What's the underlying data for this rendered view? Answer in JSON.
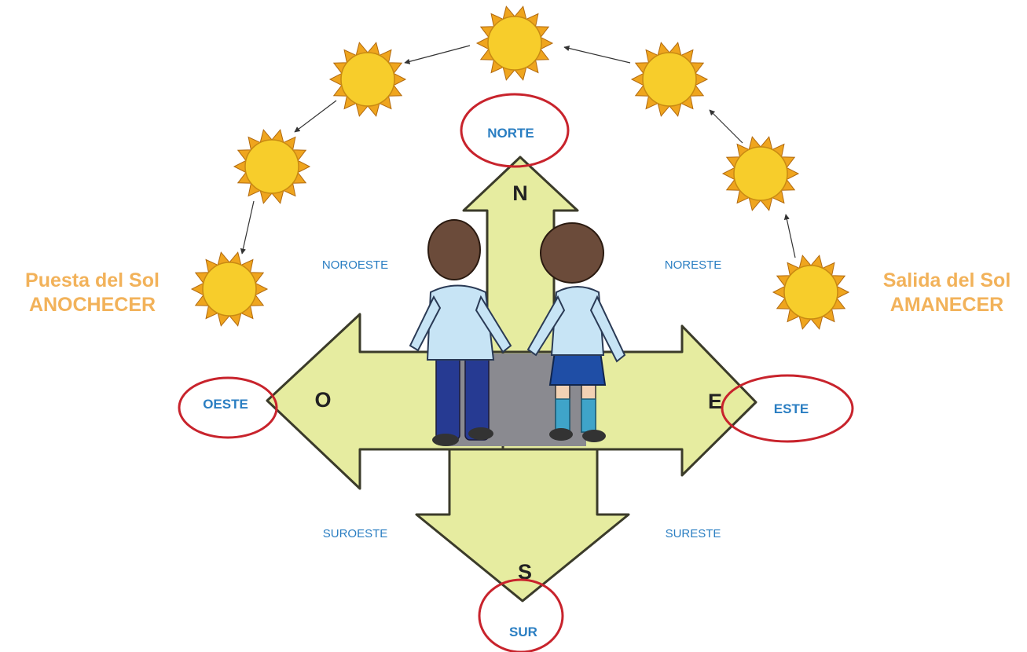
{
  "labels": {
    "norte": "NORTE",
    "sur": "SUR",
    "este": "ESTE",
    "oeste": "OESTE",
    "noroeste": "NOROESTE",
    "noreste": "NORESTE",
    "suroeste": "SUROESTE",
    "sureste": "SURESTE",
    "n": "N",
    "s": "S",
    "e": "E",
    "o": "O"
  },
  "sunset": {
    "line1": "Puesta del Sol",
    "line2": "ANOCHECER"
  },
  "sunrise": {
    "line1": "Salida del Sol",
    "line2": "AMANECER"
  },
  "colors": {
    "arrow_fill": "#e6eca0",
    "arrow_stroke": "#3b3b2a",
    "ground": "#8a8a90",
    "sun_fill": "#f7cd2b",
    "sun_rays": "#efa51e",
    "direction_text": "#2a7ec2",
    "highlight_ellipse": "#c8232c",
    "sun_label": "#f2b25a",
    "shirt": "#c7e4f5",
    "pants": "#263a92",
    "hair": "#6b4b3a"
  }
}
